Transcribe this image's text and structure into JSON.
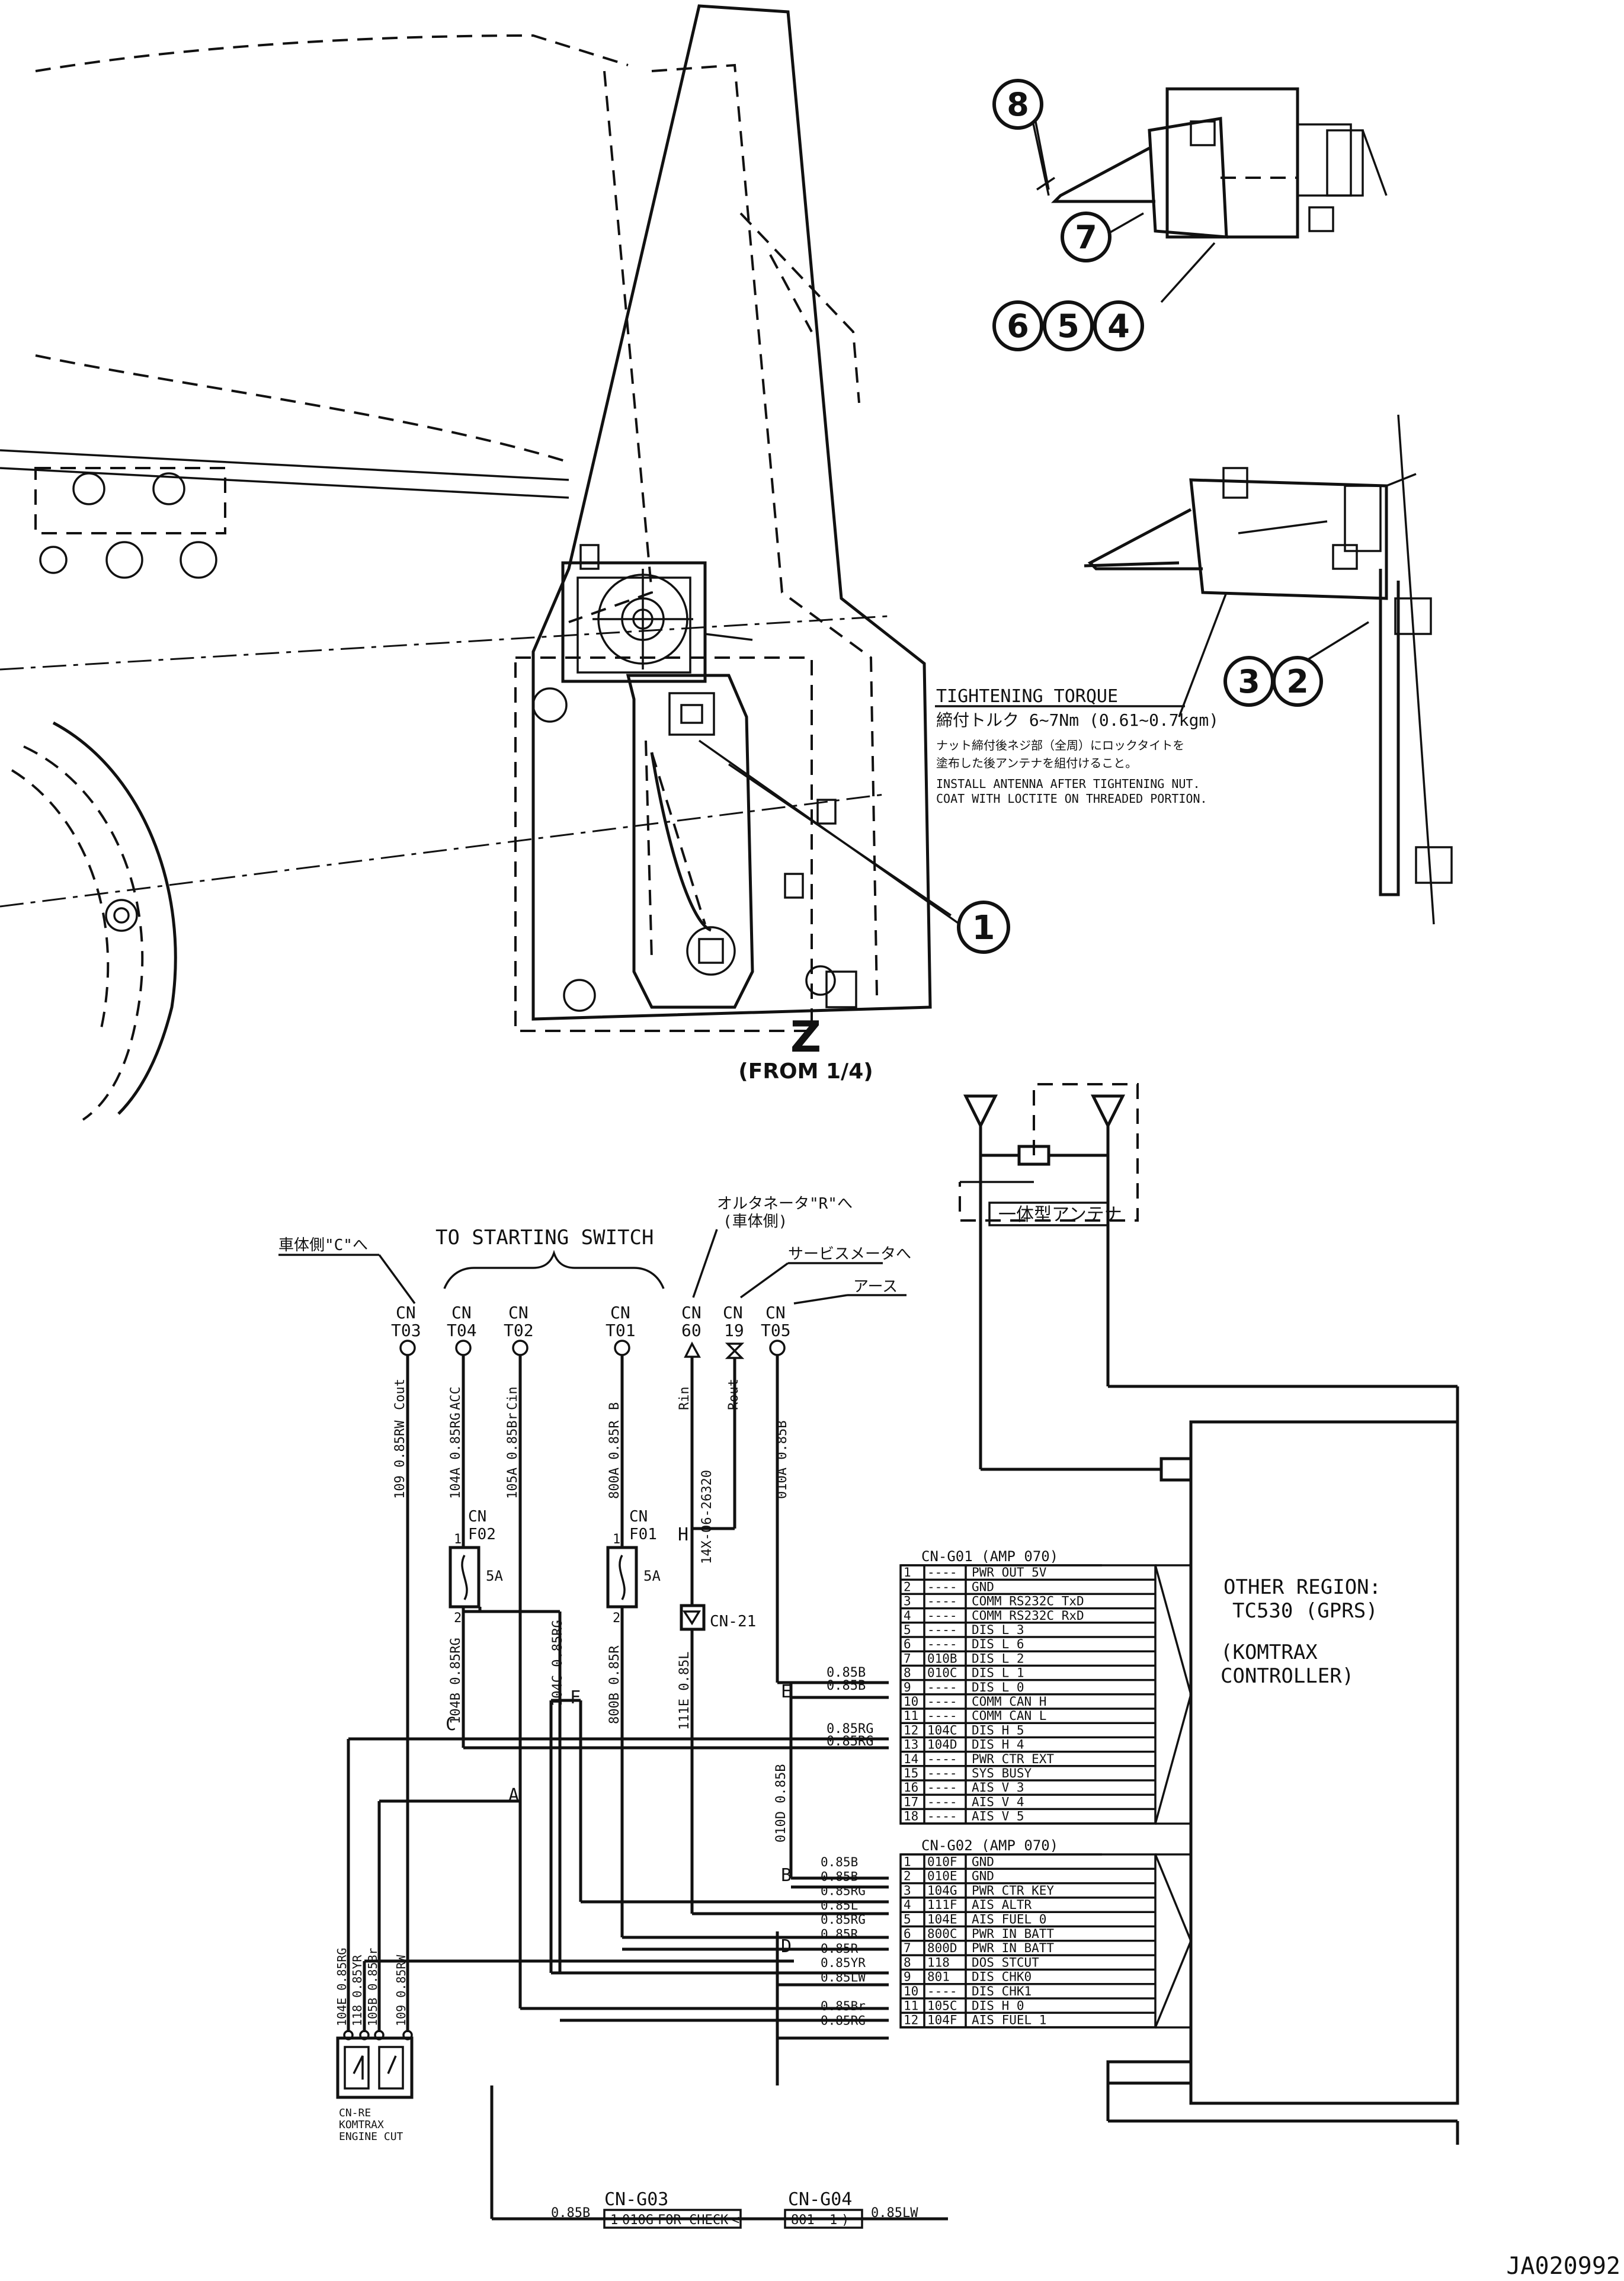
{
  "drawing_id": "JA020992",
  "view": {
    "label": "Z",
    "source": "(FROM 1/4)"
  },
  "callouts": [
    "1",
    "2",
    "3",
    "4",
    "5",
    "6",
    "7",
    "8"
  ],
  "torque_note": {
    "title": "TIGHTENING TORQUE",
    "jp_value": "締付トルク 6~7Nm (0.61~0.7kgm)",
    "jp_instruction_1": "ナット締付後ネジ部（全周）にロックタイトを",
    "jp_instruction_2": "塗布した後アンテナを組付けること。",
    "en_instruction_1": "INSTALL ANTENNA AFTER TIGHTENING NUT.",
    "en_instruction_2": "COAT WITH LOCTITE ON THREADED PORTION."
  },
  "antenna_label": "一体型アンテナ",
  "header_labels": {
    "vehicle_c": "車体側\"C\"へ",
    "starting_switch": "TO STARTING SWITCH",
    "alternator": "オルタネータ\"R\"へ",
    "alternator_side": "(車体側)",
    "service_meter": "サービスメータへ",
    "earth": "アース"
  },
  "connectors_top": [
    {
      "cn": "CN",
      "id": "T03",
      "wire": "109 0.85RW",
      "signal": "Cout"
    },
    {
      "cn": "CN",
      "id": "T04",
      "wire": "104A 0.85RG",
      "signal": "ACC"
    },
    {
      "cn": "CN",
      "id": "T02",
      "wire": "105A 0.85Br",
      "signal": "Cin"
    },
    {
      "cn": "CN",
      "id": "T01",
      "wire": "800A 0.85R",
      "signal": "B"
    },
    {
      "cn": "CN",
      "id": "60",
      "wire": "",
      "signal": "Rin"
    },
    {
      "cn": "CN",
      "id": "19",
      "wire": "",
      "signal": "Rout"
    },
    {
      "cn": "CN",
      "id": "T05",
      "wire": "010A 0.85B",
      "signal": ""
    }
  ],
  "fuses": [
    {
      "cn": "CN",
      "id": "F02",
      "rating": "5A",
      "pin1": "1",
      "pin2": "2",
      "out_wire": "104B 0.85RG"
    },
    {
      "cn": "CN",
      "id": "F01",
      "rating": "5A",
      "pin1": "1",
      "pin2": "2",
      "out_wire": "800B 0.85R"
    }
  ],
  "cn21": {
    "label": "CN-21",
    "wire": "111E 0.85L",
    "rin_wire": "14X-06-26320"
  },
  "node_labels": {
    "H": "H",
    "C": "C",
    "A": "A",
    "F": "F",
    "B": "B",
    "D": "D",
    "E": "E"
  },
  "misc_wires": {
    "w104c": "104C 0.85RG",
    "w010d": "010D 0.85B"
  },
  "controller": {
    "line1": "OTHER REGION:",
    "line2": "TC530 (GPRS)",
    "line3": "(KOMTRAX",
    "line4": "CONTROLLER)"
  },
  "cn_g01": {
    "title": "CN-G01 (AMP 070)",
    "rows": [
      {
        "pin": "1",
        "wire": "----",
        "signal": "PWR OUT 5V"
      },
      {
        "pin": "2",
        "wire": "----",
        "signal": "GND"
      },
      {
        "pin": "3",
        "wire": "----",
        "signal": "COMM RS232C TxD"
      },
      {
        "pin": "4",
        "wire": "----",
        "signal": "COMM RS232C RxD"
      },
      {
        "pin": "5",
        "wire": "----",
        "signal": "DIS L 3"
      },
      {
        "pin": "6",
        "wire": "----",
        "signal": "DIS L 6"
      },
      {
        "pin": "7",
        "wire": "010B",
        "signal": "DIS L 2"
      },
      {
        "pin": "8",
        "wire": "010C",
        "signal": "DIS L 1"
      },
      {
        "pin": "9",
        "wire": "----",
        "signal": "DIS L 0"
      },
      {
        "pin": "10",
        "wire": "----",
        "signal": "COMM CAN H"
      },
      {
        "pin": "11",
        "wire": "----",
        "signal": "COMM CAN L"
      },
      {
        "pin": "12",
        "wire": "104C",
        "signal": "DIS H 5"
      },
      {
        "pin": "13",
        "wire": "104D",
        "signal": "DIS H 4"
      },
      {
        "pin": "14",
        "wire": "----",
        "signal": "PWR CTR EXT"
      },
      {
        "pin": "15",
        "wire": "----",
        "signal": "SYS BUSY"
      },
      {
        "pin": "16",
        "wire": "----",
        "signal": "AIS V 3"
      },
      {
        "pin": "17",
        "wire": "----",
        "signal": "AIS V 4"
      },
      {
        "pin": "18",
        "wire": "----",
        "signal": "AIS V 5"
      }
    ],
    "wire_notes": [
      "0.85B",
      "0.85B",
      "0.85RG",
      "0.85RG"
    ]
  },
  "cn_g02": {
    "title": "CN-G02 (AMP 070)",
    "rows": [
      {
        "pin": "1",
        "wire": "010F",
        "signal": "GND"
      },
      {
        "pin": "2",
        "wire": "010E",
        "signal": "GND"
      },
      {
        "pin": "3",
        "wire": "104G",
        "signal": "PWR CTR KEY"
      },
      {
        "pin": "4",
        "wire": "111F",
        "signal": "AIS ALTR"
      },
      {
        "pin": "5",
        "wire": "104E",
        "signal": "AIS FUEL 0"
      },
      {
        "pin": "6",
        "wire": "800C",
        "signal": "PWR IN BATT"
      },
      {
        "pin": "7",
        "wire": "800D",
        "signal": "PWR IN BATT"
      },
      {
        "pin": "8",
        "wire": "118",
        "signal": "DOS STCUT"
      },
      {
        "pin": "9",
        "wire": "801",
        "signal": "DIS CHK0"
      },
      {
        "pin": "10",
        "wire": "----",
        "signal": "DIS CHK1"
      },
      {
        "pin": "11",
        "wire": "105C",
        "signal": "DIS H 0"
      },
      {
        "pin": "12",
        "wire": "104F",
        "signal": "AIS FUEL 1"
      }
    ],
    "wire_notes": [
      "0.85B",
      "0.85B",
      "0.85RG",
      "0.85L",
      "0.85RG",
      "0.85R",
      "0.85R",
      "0.85YR",
      "0.85LW",
      "",
      "0.85Br",
      "0.85RG"
    ]
  },
  "cn_re": {
    "line1": "CN-RE",
    "line2": "KOMTRAX",
    "line3": "ENGINE CUT",
    "wires": [
      "104E 0.85RG",
      "118 0.85YR",
      "105B 0.85Br",
      "109 0.85RW"
    ]
  },
  "cn_g03": {
    "label": "CN-G03",
    "pin": "1",
    "wire": "010G",
    "signal": "FOR CHECK",
    "wire_note": "0.85B"
  },
  "cn_g04": {
    "label": "CN-G04",
    "wire": "801",
    "pin": "1",
    "wire_note": "0.85LW"
  }
}
